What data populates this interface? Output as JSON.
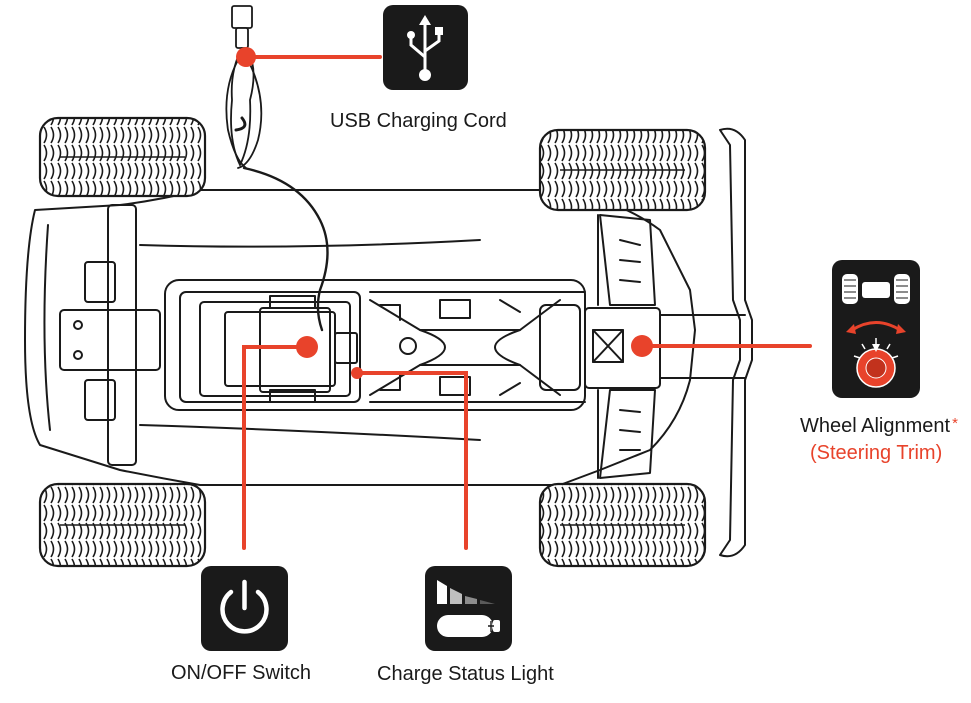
{
  "colors": {
    "accent": "#e8432b",
    "ink": "#1a1a1a",
    "icon_bg": "#1a1a1a",
    "wheel_tread": "#ffffff"
  },
  "callouts": {
    "usb": {
      "label": "USB Charging Cord",
      "icon": "usb-icon"
    },
    "power": {
      "label": "ON/OFF Switch",
      "icon": "power-icon"
    },
    "charge": {
      "label": "Charge Status Light",
      "icon": "battery-charge-icon"
    },
    "alignment": {
      "label": "Wheel Alignment",
      "asterisk": "*",
      "sublabel": "(Steering Trim)",
      "icon": "steering-trim-icon"
    }
  }
}
